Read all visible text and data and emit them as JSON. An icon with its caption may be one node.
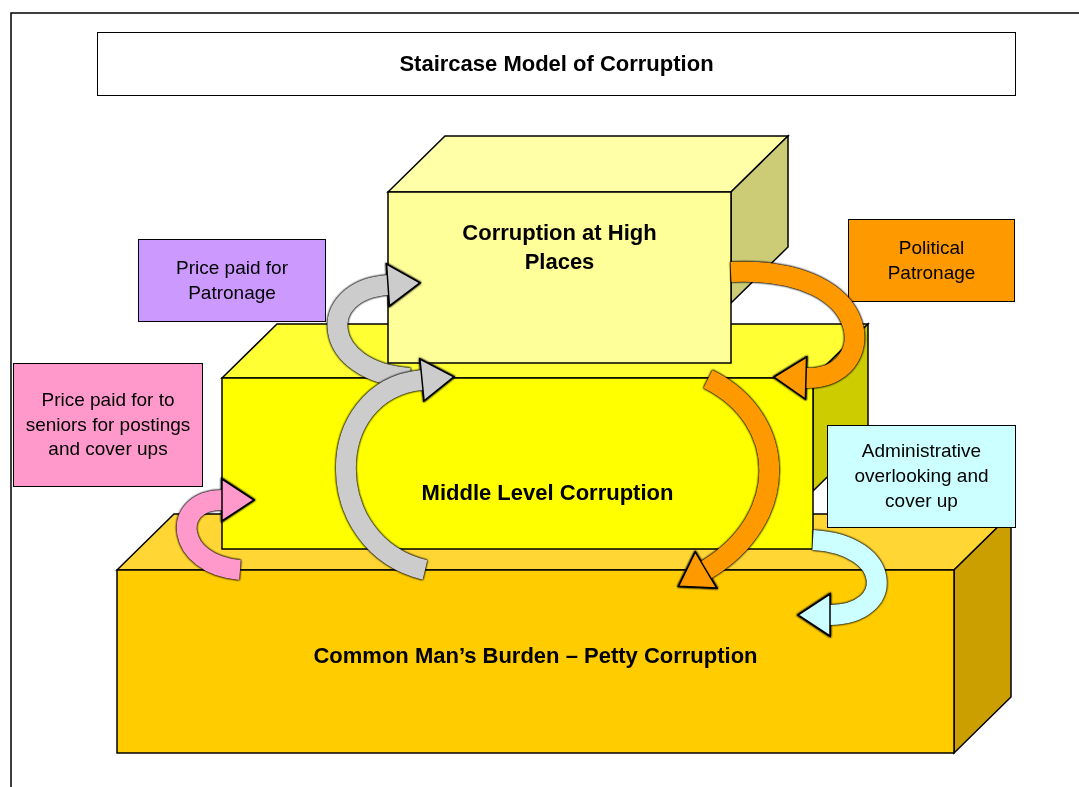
{
  "diagram": {
    "title": "Staircase Model of Corruption",
    "nodes": [
      {
        "text": [
          "Corruption at High Places"
        ]
      },
      {
        "text": [
          "Price paid for Patronage"
        ]
      },
      {
        "text": [
          "Political Patronage"
        ]
      },
      {
        "text": [
          "Price paid for to seniors for postings and cover ups"
        ]
      },
      {
        "text": [
          "Middle Level Corruption"
        ]
      },
      {
        "text": [
          "Administrative overlooking and cover up"
        ]
      },
      {
        "text": [
          "Common Man’s Burden – Petty Corruption"
        ]
      }
    ],
    "edges": [
      {
        "from": 6,
        "to": 4,
        "arrow": "to",
        "color": "#ff99cc"
      },
      {
        "from": 4,
        "to": 0,
        "arrow": "to",
        "color": "#cccccc"
      },
      {
        "from": 6,
        "to": 4,
        "arrow": "to",
        "color": "#cccccc"
      },
      {
        "from": 0,
        "to": 4,
        "arrow": "to",
        "color": "#ff9900"
      },
      {
        "from": 4,
        "to": 6,
        "arrow": "to",
        "color": "#ff9900"
      },
      {
        "from": 4,
        "to": 6,
        "arrow": "to",
        "color": "#ccffff"
      }
    ]
  }
}
